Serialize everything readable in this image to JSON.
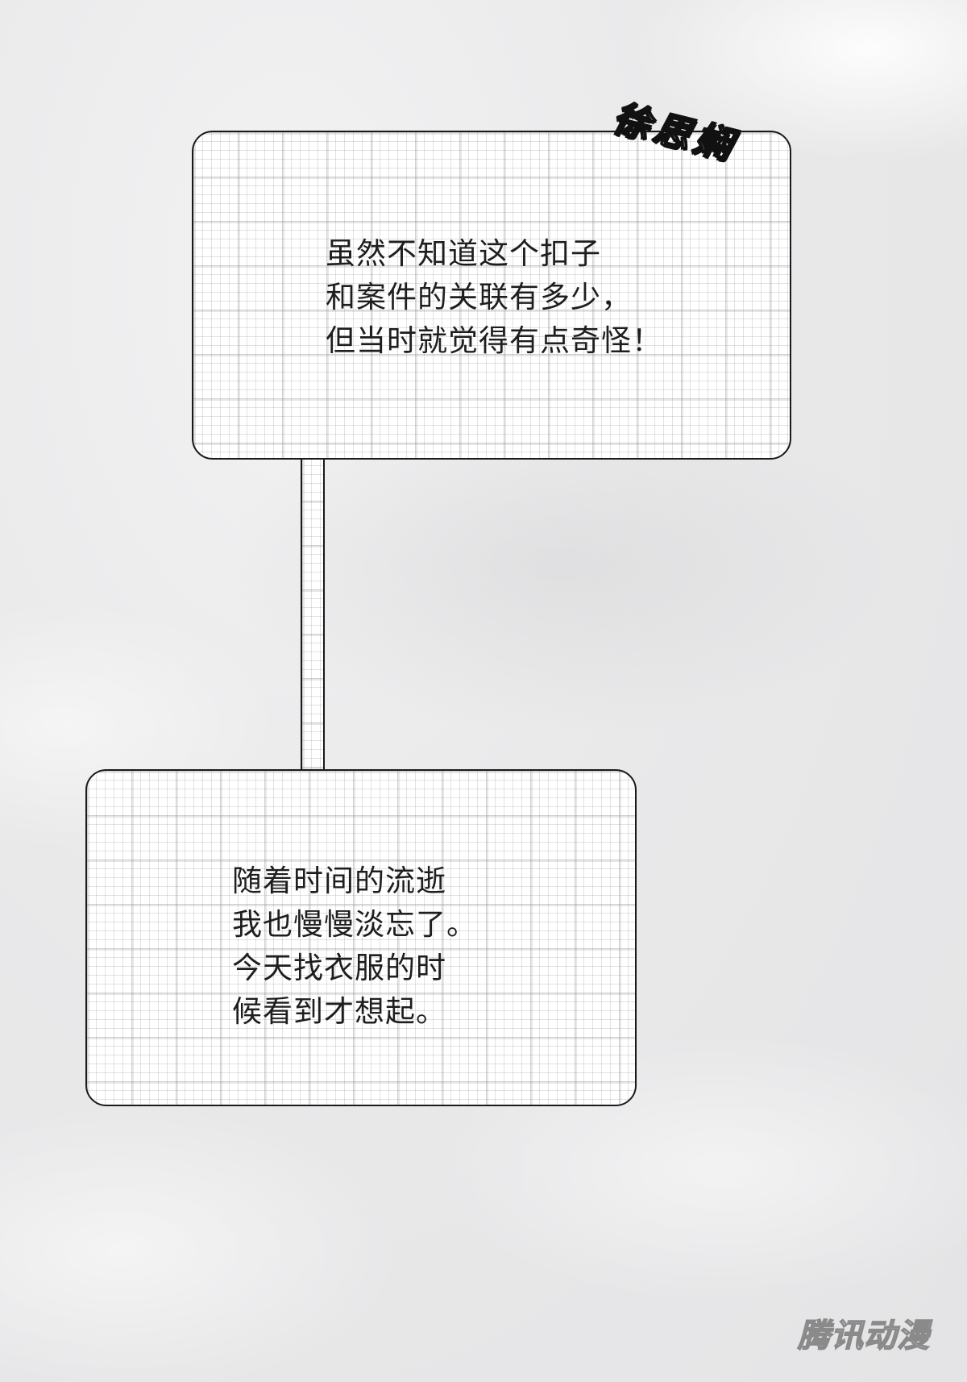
{
  "speaker": {
    "name": "徐思娴"
  },
  "panels": [
    {
      "lines": [
        "虽然不知道这个扣子",
        "和案件的关联有多少，",
        "但当时就觉得有点奇怪！"
      ]
    },
    {
      "lines": [
        "随着时间的流逝",
        "我也慢慢淡忘了。",
        "今天找衣服的时",
        "候看到才想起。"
      ]
    }
  ],
  "watermark": {
    "text": "腾讯动漫"
  }
}
